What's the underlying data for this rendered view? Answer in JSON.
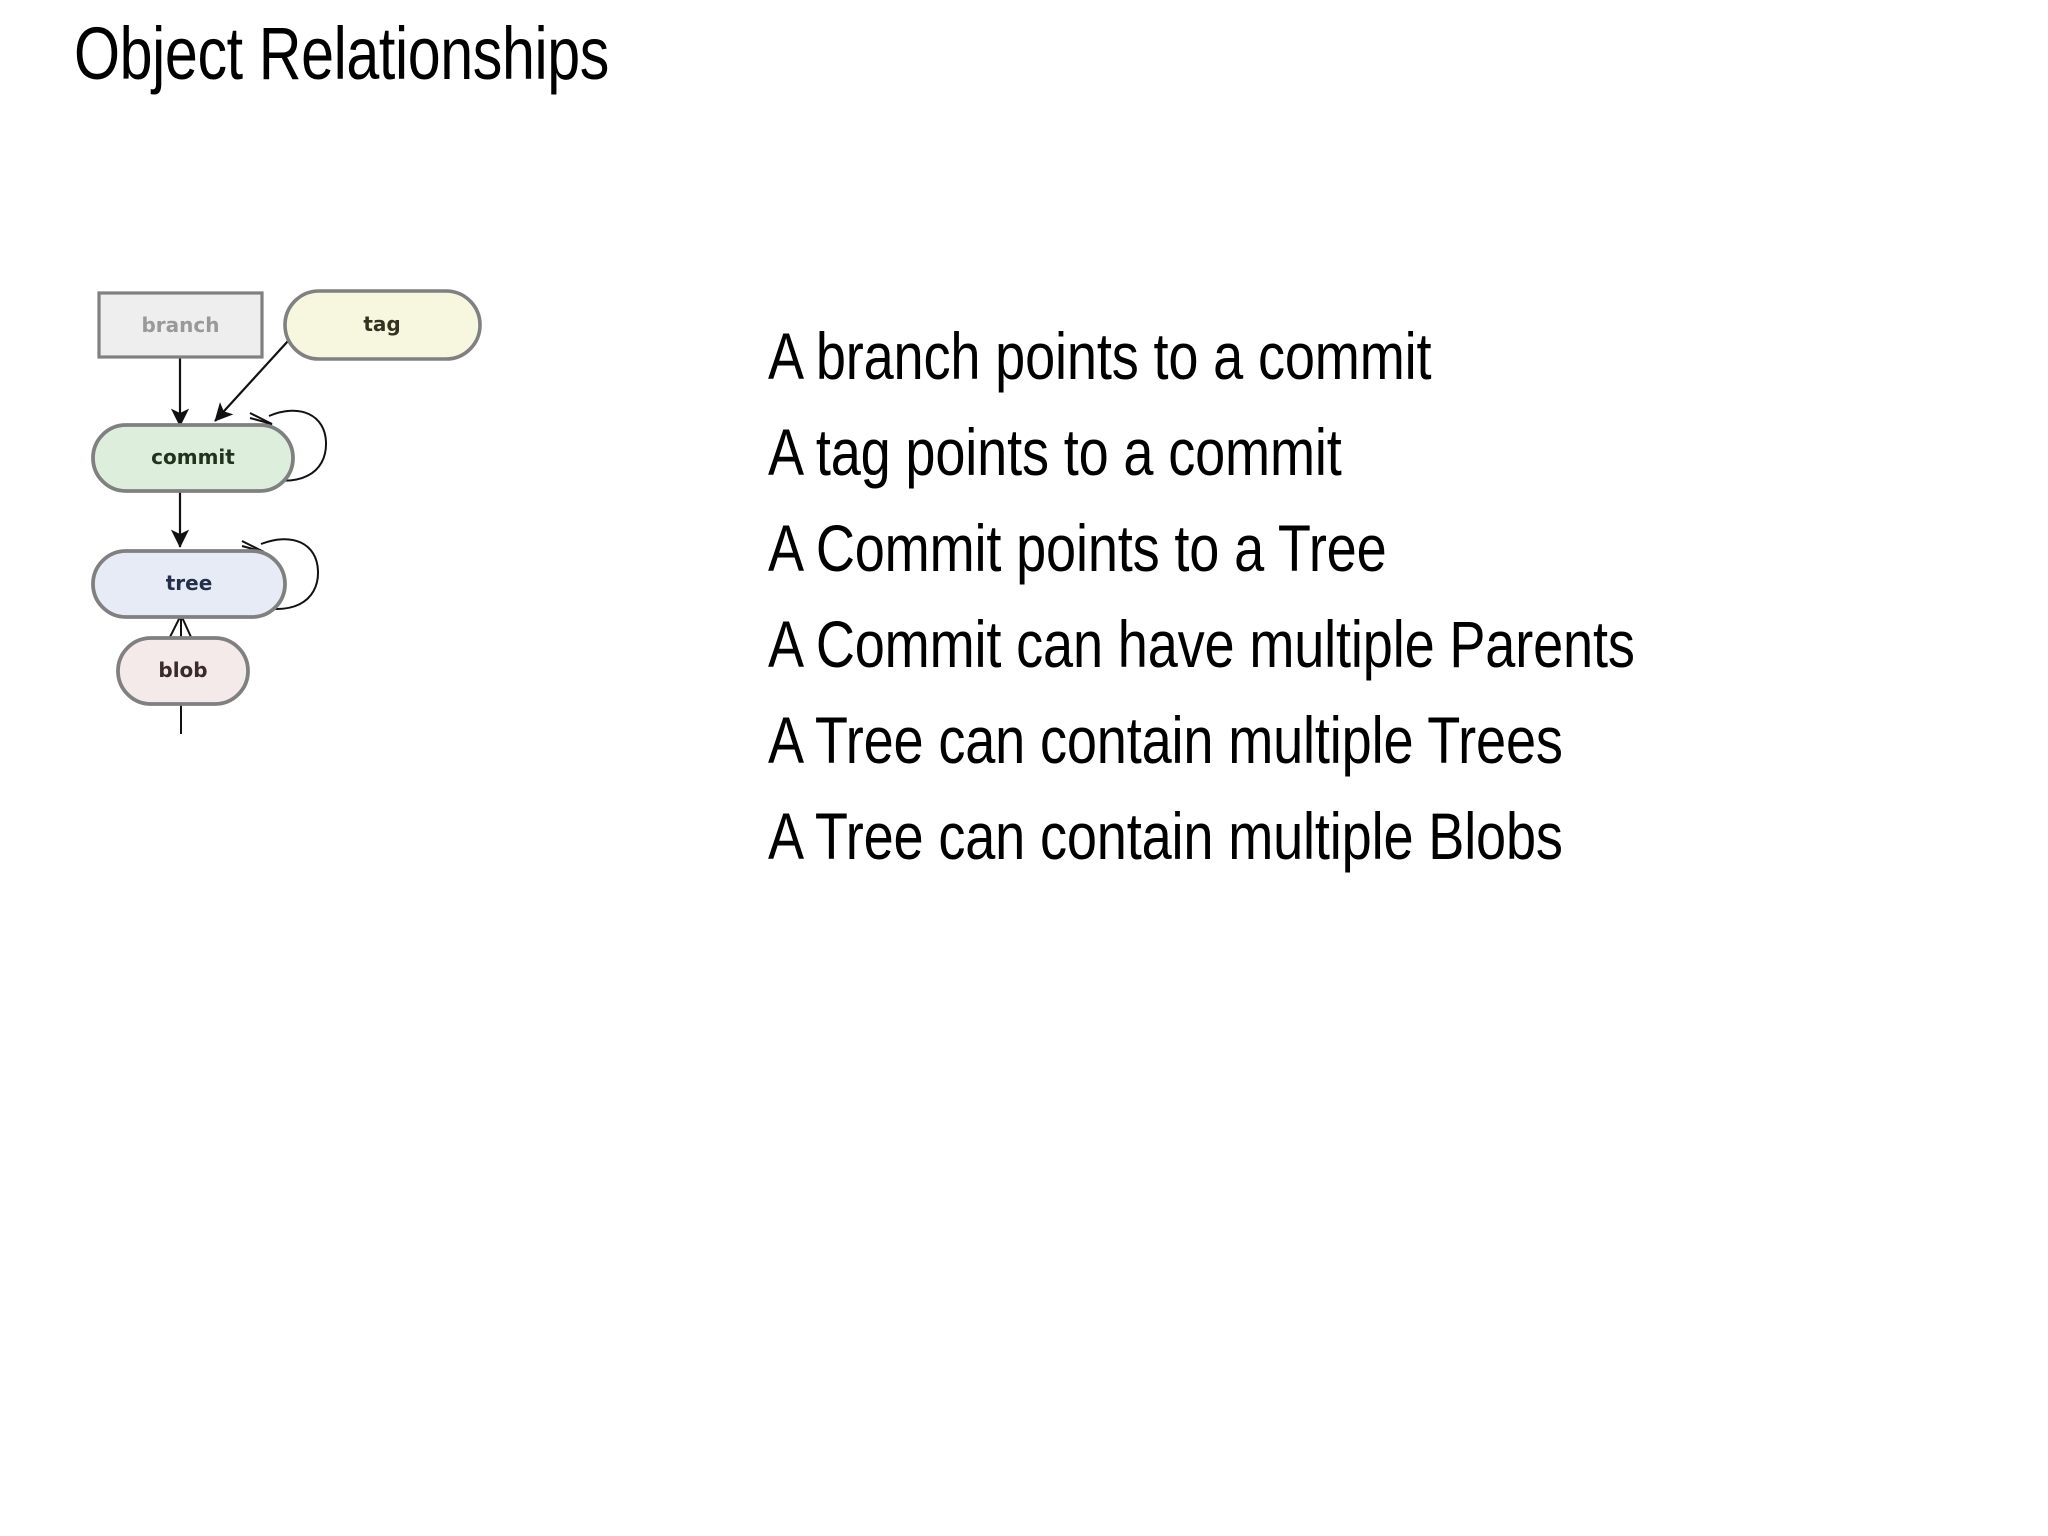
{
  "slide": {
    "title": "Object Relationships",
    "background_color": "#ffffff",
    "text_color": "#000000"
  },
  "diagram": {
    "name": "git-object-relationships-diagram",
    "nodes": [
      {
        "id": "branch",
        "label": "branch",
        "shape": "rectangle",
        "fill": "#eeeeee",
        "stroke": "#808080",
        "label_color": "#999999"
      },
      {
        "id": "tag",
        "label": "tag",
        "shape": "stadium",
        "fill": "#f7f7e0",
        "stroke": "#808080",
        "label_color": "#333322"
      },
      {
        "id": "commit",
        "label": "commit",
        "shape": "stadium",
        "fill": "#ddeedd",
        "stroke": "#808080",
        "label_color": "#1f331f"
      },
      {
        "id": "tree",
        "label": "tree",
        "shape": "stadium",
        "fill": "#e6ebf5",
        "stroke": "#808080",
        "label_color": "#24304a"
      },
      {
        "id": "blob",
        "label": "blob",
        "shape": "stadium",
        "fill": "#f4eaea",
        "stroke": "#808080",
        "label_color": "#3a2a2a"
      }
    ],
    "edges": [
      {
        "from": "branch",
        "to": "commit",
        "arrow": "single"
      },
      {
        "from": "tag",
        "to": "commit",
        "arrow": "single"
      },
      {
        "from": "commit",
        "to": "commit",
        "arrow": "crows-foot",
        "kind": "self-loop"
      },
      {
        "from": "commit",
        "to": "tree",
        "arrow": "single"
      },
      {
        "from": "tree",
        "to": "tree",
        "arrow": "crows-foot",
        "kind": "self-loop"
      },
      {
        "from": "blob",
        "to": "tree",
        "arrow": "crows-foot"
      }
    ]
  },
  "facts": {
    "lines": [
      "A branch points to a commit",
      "A tag points to a commit",
      "A Commit points to a Tree",
      "A Commit can have multiple Parents",
      "A Tree can contain multiple Trees",
      "A Tree can contain multiple Blobs"
    ]
  }
}
